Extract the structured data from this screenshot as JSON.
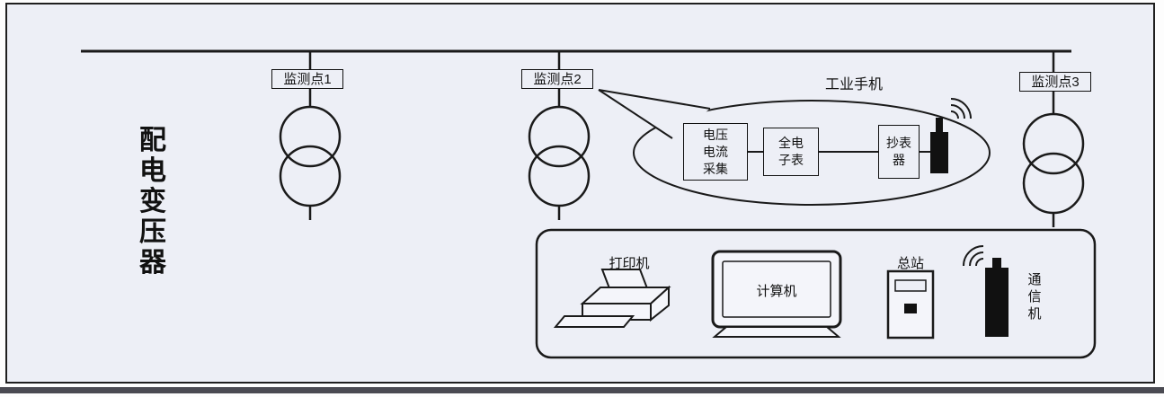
{
  "colors": {
    "panel_bg": "#edeff6",
    "line": "#1a1a1a"
  },
  "left_label": "配电变压器",
  "bus": {
    "description_points": 3
  },
  "monitor_points": [
    {
      "label": "监测点1"
    },
    {
      "label": "监测点2"
    },
    {
      "label": "监测点3"
    }
  ],
  "bubble": {
    "title": "工业手机",
    "boxes": [
      {
        "label": "电压\n电流\n采集"
      },
      {
        "label": "全电\n子表"
      },
      {
        "label": "抄表\n器"
      }
    ]
  },
  "station": {
    "printer_label": "打印机",
    "computer_label": "计算机",
    "master_label": "总站",
    "comm_label": "通信机"
  }
}
